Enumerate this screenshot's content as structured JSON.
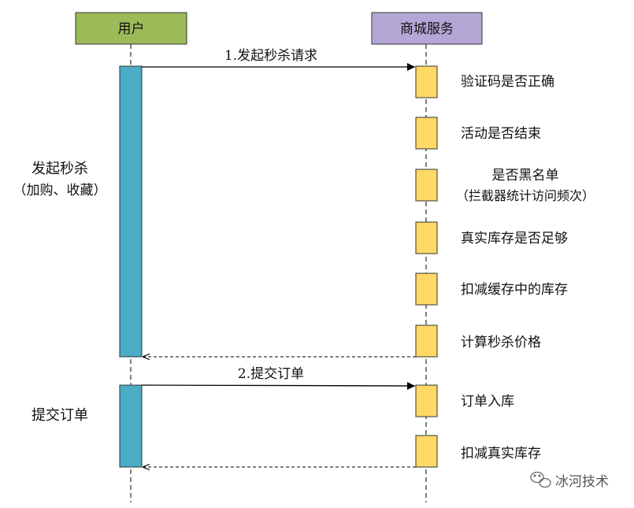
{
  "participants": {
    "user": {
      "label": "用户",
      "fill": "#9bbb59"
    },
    "service": {
      "label": "商城服务",
      "fill": "#b4a7d6"
    }
  },
  "messages": {
    "m1": "1.发起秒杀请求",
    "m2": "2.提交订单"
  },
  "user_labels": {
    "seckill_line1": "发起秒杀",
    "seckill_line2": "（加购、收藏）",
    "submit": "提交订单"
  },
  "service_steps": {
    "s1": "验证码是否正确",
    "s2": "活动是否结束",
    "s3_line1": "是否黑名单",
    "s3_line2": "（拦截器统计访问频次）",
    "s4": "真实库存是否足够",
    "s5": "扣减缓存中的库存",
    "s6": "计算秒杀价格",
    "s7": "订单入库",
    "s8": "扣减真实库存"
  },
  "watermark": "冰河技术",
  "colors": {
    "user_activation": "#4bacc6",
    "service_activation": "#ffd966",
    "border": "#333333"
  }
}
